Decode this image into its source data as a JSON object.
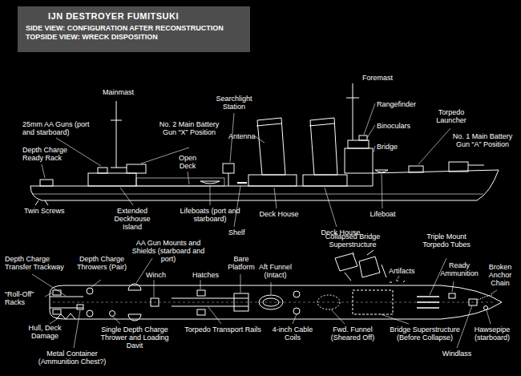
{
  "diagram": {
    "nodes": [
      {
        "text": [
          "IJN DESTROYER FUMITSUKI",
          "SIDE VIEW: CONFIGURATION AFTER RECONSTRUCTION",
          "TOPSIDE VIEW: WRECK DISPOSITION"
        ]
      }
    ],
    "labels": [
      "Mainmast",
      "25mm AA Guns (port and starboard)",
      "Depth Charge Ready Rack",
      "No. 2 Main Battery Gun “X” Position",
      "Open Deck",
      "Searchlight Station",
      "Antenna",
      "Foremast",
      "Rangefinder",
      "Binoculars",
      "Bridge",
      "Torpedo Launcher",
      "No. 1 Main Battery Gun “A” Position",
      "Twin Screws",
      "Extended Deckhouse Island",
      "Lifeboats (port and starboard)",
      "Shelf",
      "Deck House",
      "Deck House",
      "Lifeboat",
      "Collapsed Bridge Superstructure",
      "Triple Mount Torpedo Tubes",
      "Artifacts",
      "Ready Ammunition",
      "Broken Anchor Chain",
      "AA Gun Mounts and Shields (starboard and port)",
      "Bare Platform",
      "Depth Charge Transfer Trackway",
      "Depth Charge Throwers (Pair)",
      "Winch",
      "Hatches",
      "Aft Funnel (Intact)",
      "“Roll-Off” Racks",
      "Hull, Deck Damage",
      "Single Depth Charge Thrower and Loading Davit",
      "Metal Container (Ammunition Chest?)",
      "Torpedo Transport Rails",
      "4-inch Cable Coils",
      "Fwd. Funnel (Sheared Off)",
      "Bridge Superstructure (Before Collapse)",
      "Windlass",
      "Hawsepipe (starboard)"
    ]
  }
}
